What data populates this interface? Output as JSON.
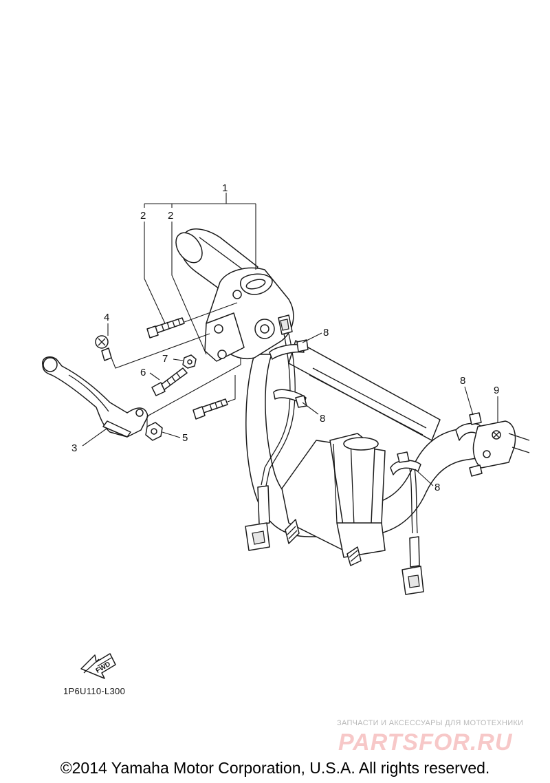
{
  "diagram": {
    "callouts": {
      "c1": "1",
      "c2a": "2",
      "c2b": "2",
      "c3": "3",
      "c4": "4",
      "c5": "5",
      "c6": "6",
      "c7": "7",
      "c8a": "8",
      "c8b": "8",
      "c8c": "8",
      "c8d": "8",
      "c9": "9"
    },
    "fwd_label": "FWD",
    "diagram_code": "1P6U110-L300"
  },
  "watermark": {
    "tagline": "ЗАПЧАСТИ И АКСЕССУАРЫ ДЛЯ МОТОТЕХНИКИ",
    "logo": "PARTSFOR.RU"
  },
  "copyright": "©2014 Yamaha Motor Corporation, U.S.A. All rights reserved."
}
